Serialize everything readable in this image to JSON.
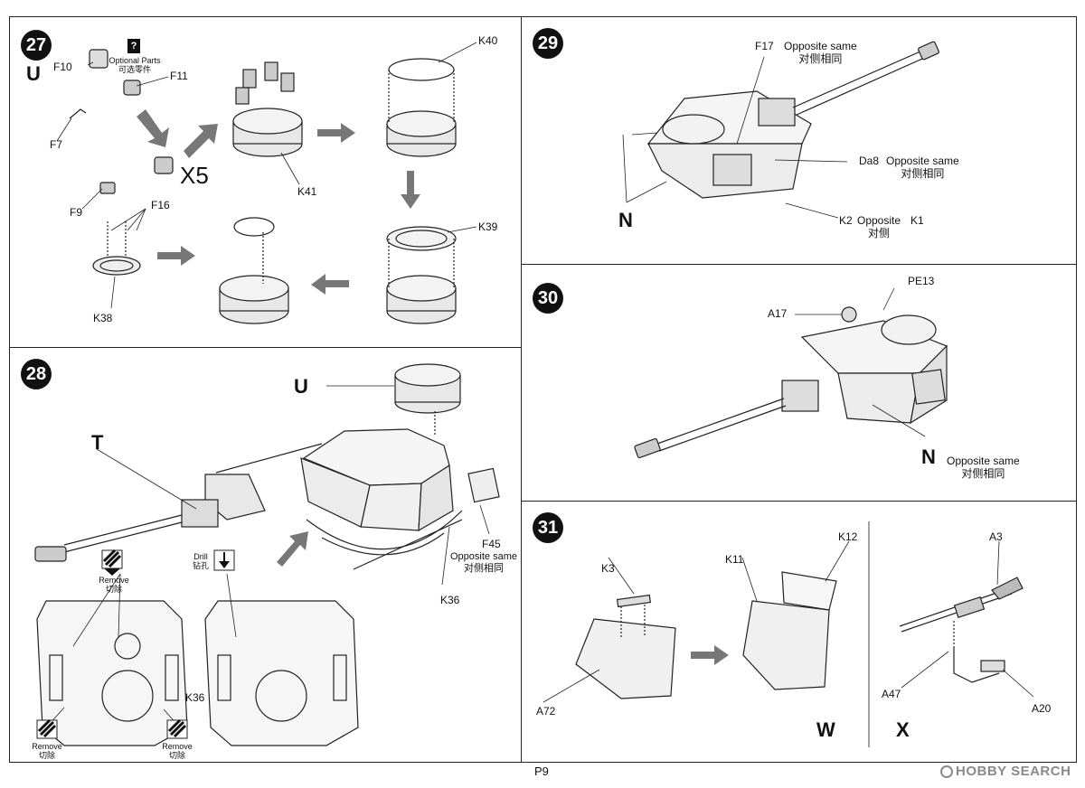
{
  "page": {
    "number": "P9"
  },
  "watermark": {
    "text": "HOBBY SEARCH"
  },
  "steps": {
    "s27": {
      "number": "27",
      "letter": "U",
      "optional_icon": "?",
      "optional_en": "Optional Parts",
      "optional_cn": "可选零件",
      "parts": {
        "f10": "F10",
        "f11": "F11",
        "f7": "F7",
        "f9": "F9",
        "f16": "F16",
        "k38": "K38",
        "k41": "K41",
        "k40": "K40",
        "k39": "K39"
      },
      "multiplier": "X5"
    },
    "s28": {
      "number": "28",
      "u": "U",
      "t": "T",
      "f45": "F45",
      "opposite_en": "Opposite same",
      "opposite_cn": "对侧相同",
      "k36a": "K36",
      "k36b": "K36",
      "remove_en": "Remove",
      "remove_cn": "切除",
      "drill_en": "Drill",
      "drill_cn": "钻孔"
    },
    "s29": {
      "number": "29",
      "f17": "F17",
      "f17_note_en": "Opposite same",
      "f17_note_cn": "对侧相同",
      "da8": "Da8",
      "da8_note_en": "Opposite same",
      "da8_note_cn": "对侧相同",
      "k2": "K2",
      "k2_note_en": "Opposite",
      "k2_note_cn": "对侧",
      "k1": "K1",
      "n": "N"
    },
    "s30": {
      "number": "30",
      "pe13": "PE13",
      "a17": "A17",
      "n": "N",
      "n_note_en": "Opposite same",
      "n_note_cn": "对侧相同"
    },
    "s31": {
      "number": "31",
      "k3": "K3",
      "a72": "A72",
      "k11": "K11",
      "k12": "K12",
      "a3": "A3",
      "a47": "A47",
      "a20": "A20",
      "w": "W",
      "x": "X"
    }
  }
}
